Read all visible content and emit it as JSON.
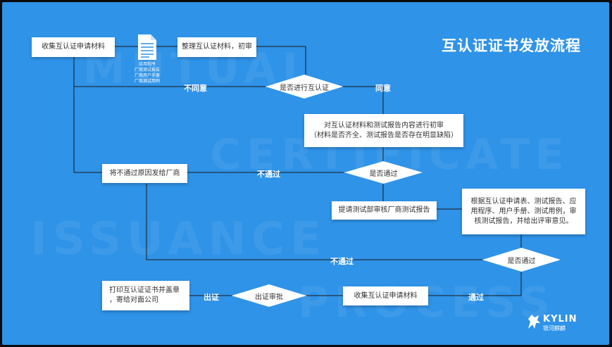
{
  "title": "互认证证书发放流程",
  "watermark": [
    "MUTUAL",
    "CERTIFICATE",
    "ISSUANCE",
    "PROCESS"
  ],
  "nodes": {
    "collect_materials": "收集互认证申请材料",
    "organize_review": "整理互认证材料，初审",
    "decide_cert": "是否进行互认证",
    "preliminary_review": "对互认证材料和测试报告内容进行初审\n（材料是否齐全、测试报告是否存在明显缺陷）",
    "decide_pass_1": "是否通过",
    "send_reason": "将不通过原因发给厂商",
    "submit_test": "提请测试部审核厂商测试报告",
    "test_review": "根据互认证申请表、测试报告、应\n用程序、用户手册、测试用例，审\n核测试报告，并给出评审意见。",
    "decide_pass_2": "是否通过",
    "collect_materials_2": "收集互认证申请材料",
    "approval": "出证审批",
    "print_cert": "打印互认证证书并盖章\n，寄给对面公司"
  },
  "doc_caption": "应用程序\n厂商测试报告\n厂商用户手册\n厂商测试用例",
  "labels": {
    "disagree": "不同意",
    "agree": "同意",
    "fail_1": "不通过",
    "fail_2": "不通过",
    "pass": "通过",
    "issue": "出证"
  },
  "logo": {
    "name": "KYLIN",
    "sub": "银河麒麟"
  },
  "colors": {
    "background": "#2f93e8",
    "box": "#ffffff",
    "line": "#1a1a1a"
  }
}
